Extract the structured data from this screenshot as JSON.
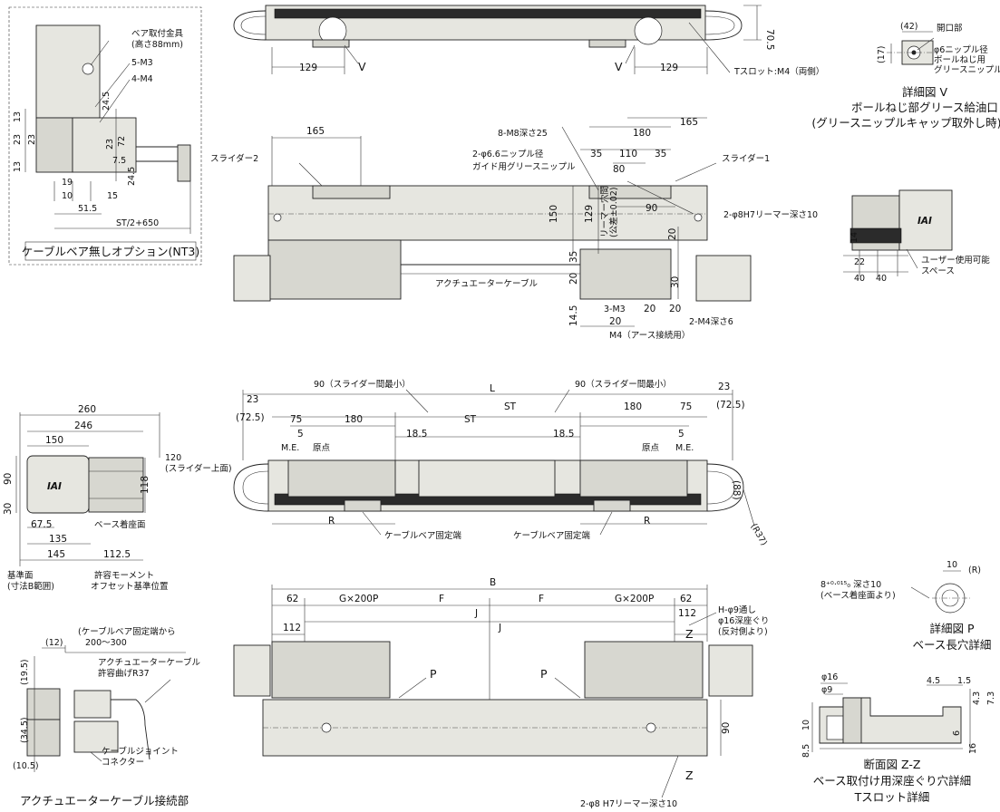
{
  "top_view": {
    "dim_70_5": "70.5",
    "dim_129_left": "129",
    "dim_129_right": "129",
    "detail_v_left": "V",
    "detail_v_right": "V",
    "tslot_note": "Tスロット:M4（両側）"
  },
  "detail_v": {
    "dim_42": "(42)",
    "dim_17": "(17)",
    "opening": "開口部",
    "nipple_1": "φ6ニップル径",
    "nipple_2": "ボールねじ用",
    "nipple_3": "グリースニップル",
    "title_1": "詳細図 V",
    "title_2": "ボールねじ部グリース給油口",
    "title_3": "(グリースニップルキャップ取外し時)"
  },
  "nt3_option": {
    "bracket_1": "ベア取付金具",
    "bracket_2": "(高さ88mm)",
    "m3": "5-M3",
    "m4": "4-M4",
    "d13a": "13",
    "d23a": "23",
    "d23b": "23",
    "d13b": "13",
    "d24_5a": "24.5",
    "d23c": "23",
    "d72": "72",
    "d7_5": "7.5",
    "d24_5b": "24.5",
    "d19": "19",
    "d10": "10",
    "d15": "15",
    "d51_5": "51.5",
    "st_half": "ST/2+650",
    "caption": "ケーブルベア無しオプション(NT3)"
  },
  "plan_view": {
    "d165_left": "165",
    "d165_right": "165",
    "d180": "180",
    "m8": "8-M8深さ25",
    "d35a": "35",
    "d110": "110",
    "d35b": "35",
    "d80": "80",
    "nipple_a": "2-φ6.6ニップル径",
    "nipple_b": "ガイド用グリースニップル",
    "slider2": "スライダー2",
    "slider1": "スライダー1",
    "reamer": "2-φ8H7リーマー深さ10",
    "d90": "90",
    "d150": "150",
    "d129": "129",
    "reamer_tol_1": "リーマー穴間",
    "reamer_tol_2": "(公差±0.02)",
    "d20a": "20",
    "d30": "30",
    "d20b": "20",
    "d35c": "35",
    "d20c": "20",
    "m3_3": "3-M3",
    "d20d": "20",
    "d14_5": "14.5",
    "d20e": "20",
    "m4_depth": "2-M4深さ6",
    "earth": "M4（アース接続用）",
    "cable": "アクチュエーターケーブル"
  },
  "end_view": {
    "d14": "14",
    "d22": "22",
    "d40a": "40",
    "d40b": "40",
    "user_space_1": "ユーザー使用可能",
    "user_space_2": "スペース"
  },
  "side_view": {
    "d90_min_left": "90（スライダー間最小）",
    "d90_min_right": "90（スライダー間最小）",
    "L": "L",
    "d23_left": "23",
    "d23_right": "23",
    "d72_5_left": "(72.5)",
    "d72_5_right": "(72.5)",
    "d75_left": "75",
    "d75_right": "75",
    "d5_left": "5",
    "d5_right": "5",
    "d180_left": "180",
    "d180_right": "180",
    "ST_top": "ST",
    "ST_mid": "ST",
    "d18_5_left": "18.5",
    "d18_5_right": "18.5",
    "me_left": "M.E.",
    "me_right": "M.E.",
    "origin_left": "原点",
    "origin_right": "原点",
    "R_left": "R",
    "R_right": "R",
    "d88": "(88)",
    "R37": "(R37)",
    "fixed_left": "ケーブルベア固定端",
    "fixed_right": "ケーブルベア固定端"
  },
  "front_view": {
    "d260": "260",
    "d246": "246",
    "d150": "150",
    "d90": "90",
    "d30": "30",
    "d118": "118",
    "d120": "120",
    "slider_top": "(スライダー上面)",
    "d67_5": "67.5",
    "d135": "135",
    "d145": "145",
    "d112_5": "112.5",
    "base_mount": "ベース着座面",
    "ref_1": "基準面",
    "ref_2": "(寸法B範囲)",
    "moment_1": "許容モーメント",
    "moment_2": "オフセット基準位置",
    "logo": "IAI"
  },
  "bottom_view": {
    "B": "B",
    "d62_left": "62",
    "d62_right": "62",
    "G200P_left": "G×200P",
    "G200P_right": "G×200P",
    "F_left": "F",
    "F_right": "F",
    "J_top": "J",
    "J_mid": "J",
    "d112_left": "112",
    "d112_right": "112",
    "H_1": "H-φ9通し",
    "H_2": "φ16深座ぐり",
    "H_3": "(反対側より)",
    "Z_top": "Z",
    "Z_bot": "Z",
    "P_left": "P",
    "P_right": "P",
    "d90": "90",
    "reamer": "2-φ8 H7リーマー深さ10"
  },
  "detail_p": {
    "spec_1": "8⁺⁰·⁰¹⁵₀ 深さ10",
    "spec_2": "(ベース着座面より)",
    "d10": "10",
    "R": "(R)",
    "title_1": "詳細図 P",
    "title_2": "ベース長穴詳細"
  },
  "section_zz": {
    "d16": "φ16",
    "d9": "φ9",
    "d10": "10",
    "d8_5": "8.5",
    "d4_5": "4.5",
    "d1_5": "1.5",
    "d4_3": "4.3",
    "d7_3": "7.3",
    "d6": "6",
    "d16b": "16",
    "title_1": "断面図 Z-Z",
    "title_2": "ベース取付け用深座ぐり穴詳細",
    "title_3": "Tスロット詳細"
  },
  "cable_joint": {
    "d12": "(12)",
    "note_1": "(ケーブルベア固定端から",
    "note_2": "200～300",
    "bend_1": "アクチュエーターケーブル",
    "bend_2": "許容曲げR37",
    "d19_5": "(19.5)",
    "d34_5": "(34.5)",
    "d10_5": "(10.5)",
    "joint_1": "ケーブルジョイント",
    "joint_2": "コネクター",
    "title": "アクチュエーターケーブル接続部"
  }
}
